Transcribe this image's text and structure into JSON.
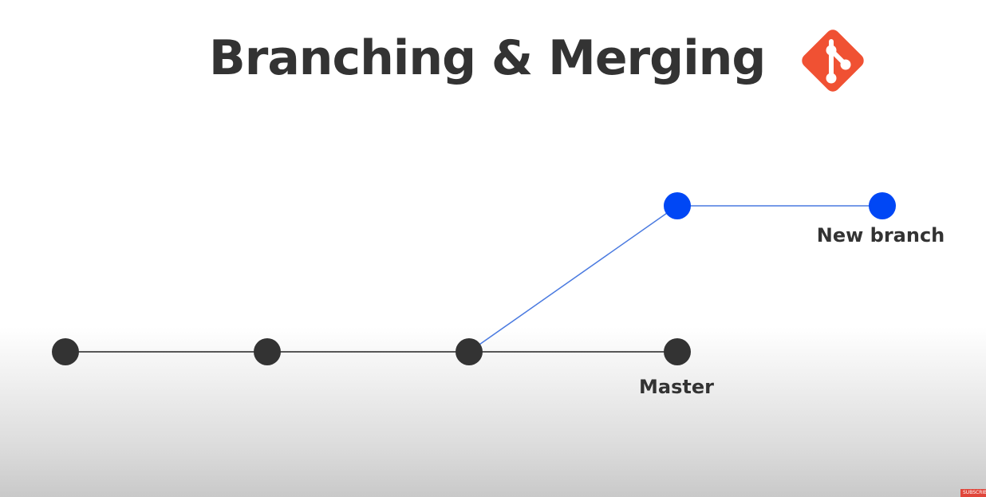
{
  "title": "Branching & Merging",
  "labels": {
    "master": "Master",
    "new_branch": "New branch"
  },
  "subscribe_badge": "SUBSCRIBE",
  "colors": {
    "master": "#333333",
    "branch": "#0047f5",
    "branch_line": "#4a7ae0",
    "logo": "#f05133"
  }
}
